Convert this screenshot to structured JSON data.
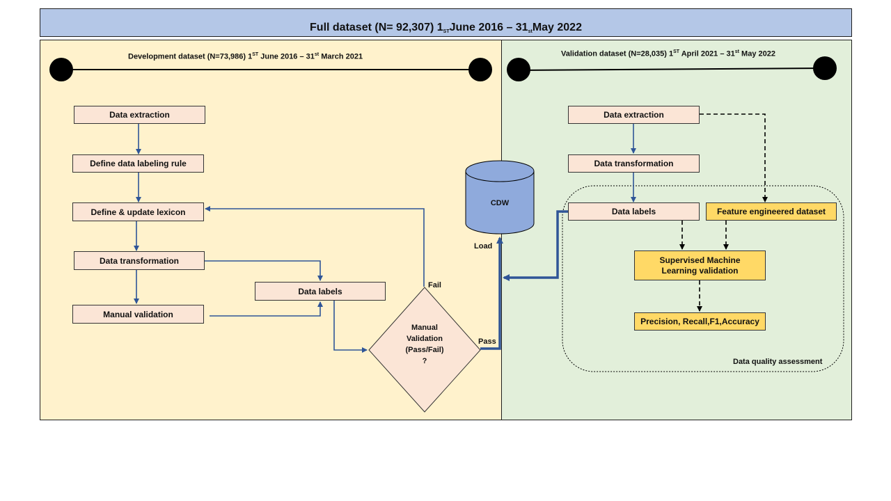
{
  "title": {
    "pre": "Full dataset (N= 92,307) 1",
    "sup1": "ST",
    "mid": " June 2016 – 31",
    "sup2": "st",
    "post": " May 2022"
  },
  "development": {
    "heading": {
      "pre": "Development dataset (N=73,986) 1",
      "sup1": "ST",
      "mid": " June 2016 – 31",
      "sup2": "st",
      "post": " March 2021"
    },
    "steps": {
      "data_extraction": "Data extraction",
      "define_rule": "Define data labeling rule",
      "define_lexicon": "Define & update lexicon",
      "data_transformation": "Data transformation",
      "manual_validation": "Manual validation",
      "data_labels": "Data labels"
    },
    "decision": {
      "line1": "Manual",
      "line2": "Validation",
      "line3": "(Pass/Fail)",
      "line4": "?"
    },
    "fail_label": "Fail",
    "pass_label": "Pass"
  },
  "cdw": {
    "label": "CDW",
    "load_label": "Load"
  },
  "validation": {
    "heading": {
      "pre": "Validation dataset (N=28,035) 1",
      "sup1": "ST",
      "mid": " April 2021 – 31",
      "sup2": "st",
      "post": " May 2022"
    },
    "steps": {
      "data_extraction": "Data extraction",
      "data_transformation": "Data transformation",
      "data_labels": "Data labels",
      "feature_dataset": "Feature engineered dataset",
      "ml_validation": "Supervised Machine Learning validation",
      "metrics": "Precision, Recall,F1,Accuracy"
    },
    "quality_label": "Data quality assessment"
  },
  "colors": {
    "title_bg": "#b4c7e7",
    "dev_bg": "#fff2cc",
    "val_bg": "#e2efda",
    "step_bg": "#fbe5d6",
    "highlight_bg": "#ffd966",
    "cdw_fill": "#8faadc",
    "arrow": "#2f5597"
  }
}
